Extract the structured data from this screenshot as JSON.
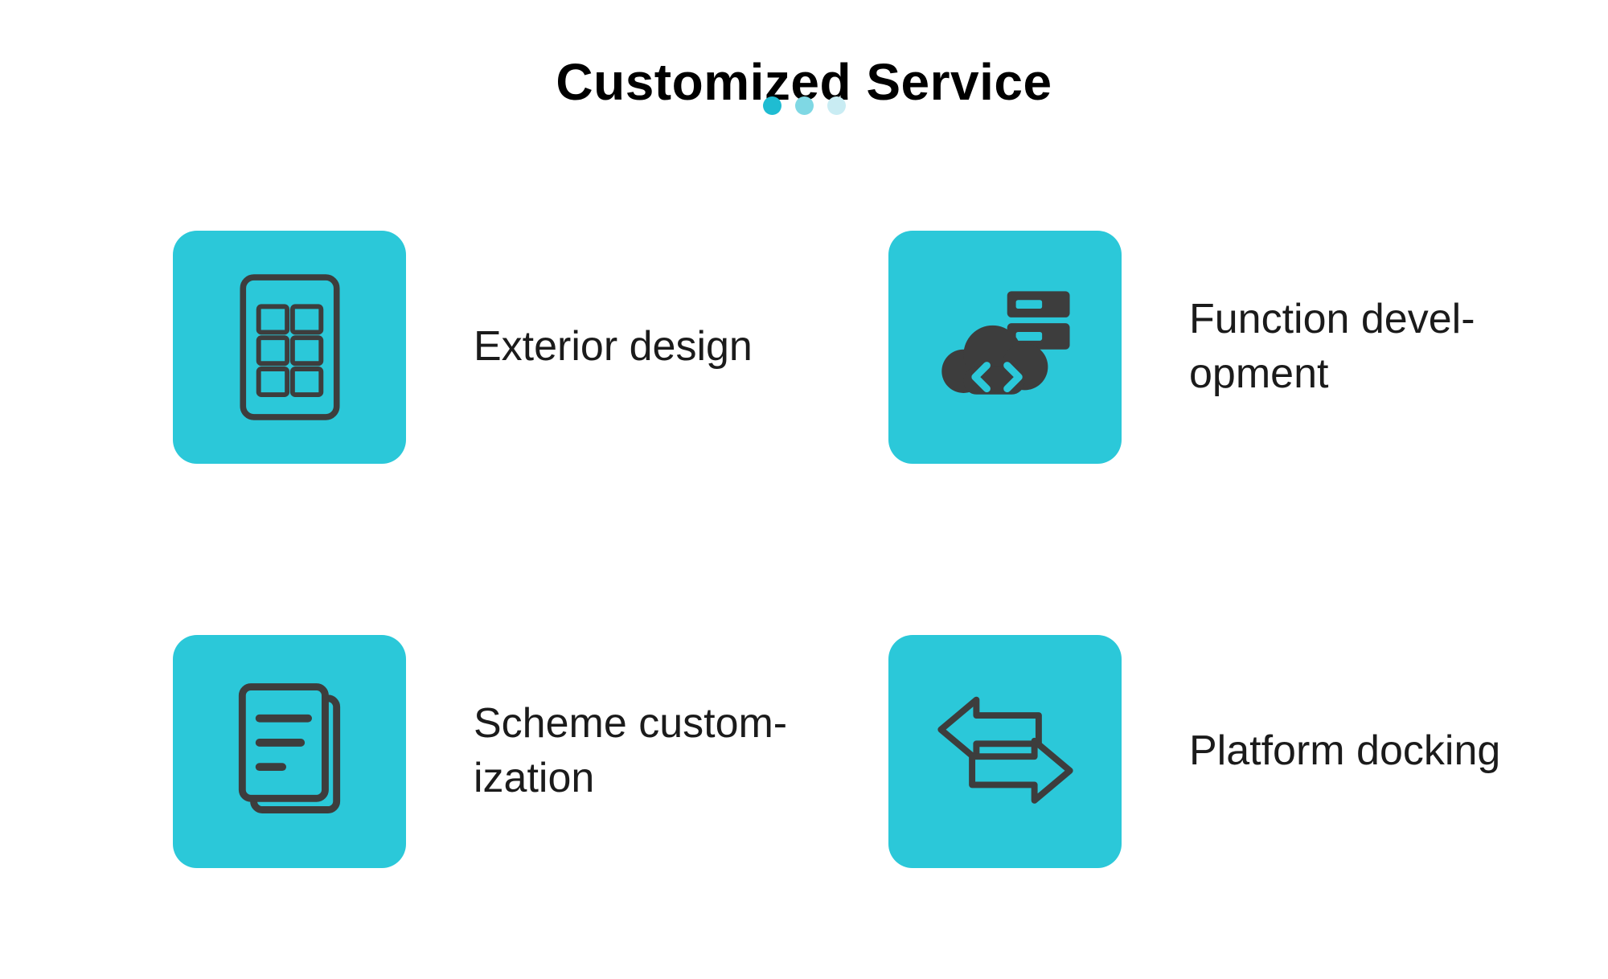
{
  "title": "Customized Service",
  "carousel": {
    "dots": [
      {
        "name": "dot-1",
        "color": "#1fbcd2",
        "active": true
      },
      {
        "name": "dot-2",
        "color": "#7fd8e4",
        "active": false
      },
      {
        "name": "dot-3",
        "color": "#c9ecf3",
        "active": false
      }
    ]
  },
  "colors": {
    "tile": "#2bc8d9",
    "icon": "#3d3d3d",
    "text": "#1b1b1b"
  },
  "services": [
    {
      "icon": "control-panel-icon",
      "label": "Exterior design"
    },
    {
      "icon": "cloud-development-icon",
      "label": "Function devel-\nopment"
    },
    {
      "icon": "document-scheme-icon",
      "label": "Scheme custom-\nization"
    },
    {
      "icon": "exchange-arrows-icon",
      "label": "Platform docking"
    }
  ]
}
